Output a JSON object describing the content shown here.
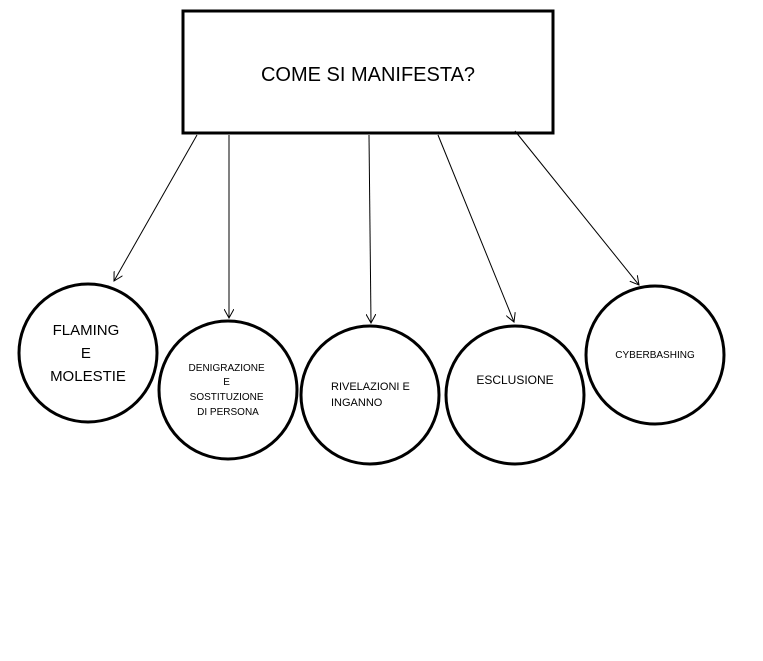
{
  "title": "COME SI MANIFESTA?",
  "colors": {
    "stroke": "#000000",
    "fill": "#ffffff",
    "text": "#000000"
  },
  "categories": [
    {
      "id": "flaming",
      "lines": [
        "FLAMING",
        "E",
        "MOLESTIE"
      ]
    },
    {
      "id": "denigrazione",
      "lines": [
        "DENIGRAZIONE",
        "E",
        "SOSTITUZIONE",
        "DI PERSONA"
      ]
    },
    {
      "id": "rivelazioni",
      "lines": [
        "RIVELAZIONI E",
        "INGANNO"
      ]
    },
    {
      "id": "esclusione",
      "lines": [
        "ESCLUSIONE"
      ]
    },
    {
      "id": "cyberbashing",
      "lines": [
        "CYBERBASHING"
      ]
    }
  ]
}
